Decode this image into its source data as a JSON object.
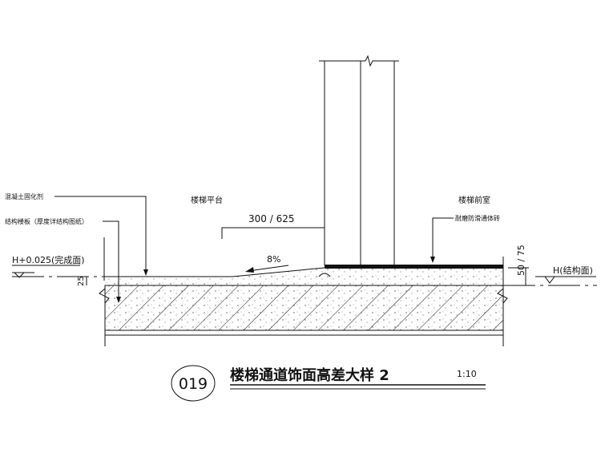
{
  "labels": {
    "hardener": "混凝土固化剂",
    "slab": "结构楼板（厚度详结构图纸）",
    "finish_level": "H+0.025(完成面)",
    "dim_25": "25",
    "platform": "楼梯平台",
    "dim_300_625": "300 / 625",
    "slope": "8%",
    "anteroom": "楼梯前室",
    "tile": "耐磨防滑通体砖",
    "dim_50_75": "50 / 75",
    "structure_level": "H(结构面)"
  },
  "title": {
    "number": "019",
    "text": "楼梯通道饰面高差大样 2",
    "scale": "1:10"
  }
}
